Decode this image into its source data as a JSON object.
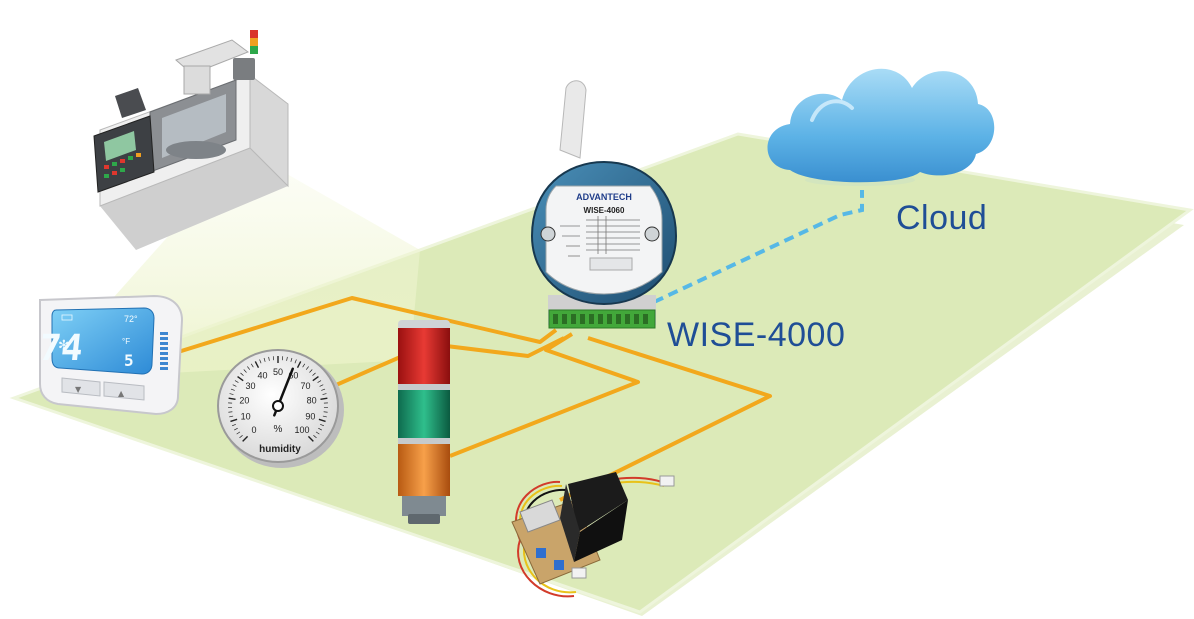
{
  "labels": {
    "cloud": "Cloud",
    "gateway": "WISE-4000"
  },
  "device": {
    "brand": "ADVANTECH",
    "model": "WISE-4060"
  },
  "thermostat": {
    "temperature": "74",
    "decimal": "5",
    "unit": "°F",
    "setpoint": "72°"
  },
  "hygrometer": {
    "unit": "%",
    "caption": "humidity",
    "ticks": [
      "0",
      "10",
      "20",
      "30",
      "40",
      "50",
      "60",
      "70",
      "80",
      "90",
      "100"
    ],
    "reading": 58
  },
  "colors": {
    "wire": "#f2a81c",
    "cloud_link": "#56b8e6",
    "floor": "#dceab8",
    "label_text": "#1f4e96"
  }
}
